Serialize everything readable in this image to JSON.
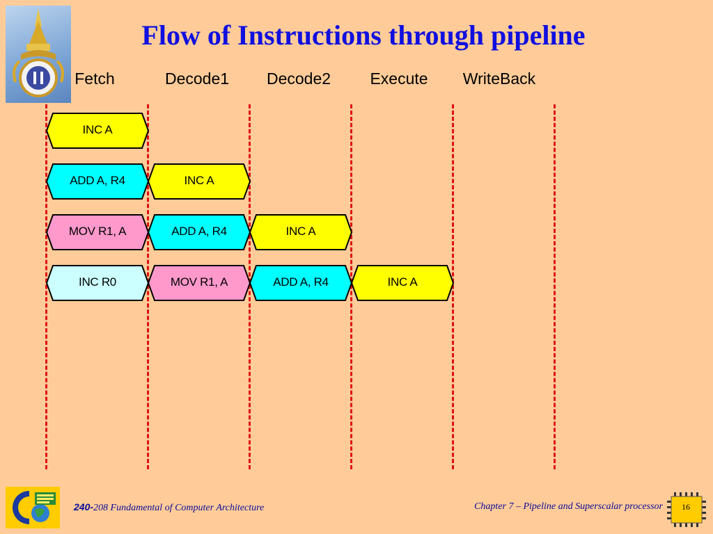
{
  "title": "Flow of Instructions through pipeline",
  "stages": [
    "Fetch",
    "Decode1",
    "Decode2",
    "Execute",
    "WriteBack"
  ],
  "colors": {
    "inc_a": "#FFFF00",
    "add_a_r4": "#00FFFF",
    "mov_r1_a": "#FF99CC",
    "inc_r0": "#CCFFFF",
    "divider": "#E11010",
    "title": "#1010E0",
    "background": "#FFCC99"
  },
  "rows": [
    [
      {
        "label": "INC A",
        "color": "#FFFF00"
      }
    ],
    [
      {
        "label": "ADD A, R4",
        "color": "#00FFFF"
      },
      {
        "label": "INC A",
        "color": "#FFFF00"
      }
    ],
    [
      {
        "label": "MOV R1, A",
        "color": "#FF99CC"
      },
      {
        "label": "ADD A, R4",
        "color": "#00FFFF"
      },
      {
        "label": "INC A",
        "color": "#FFFF00"
      }
    ],
    [
      {
        "label": "INC R0",
        "color": "#CCFFFF"
      },
      {
        "label": "MOV R1, A",
        "color": "#FF99CC"
      },
      {
        "label": "ADD A, R4",
        "color": "#00FFFF"
      },
      {
        "label": "INC A",
        "color": "#FFFF00"
      }
    ]
  ],
  "footer": {
    "course_code": "240-",
    "course_name": "208 Fundamental of Computer Architecture",
    "chapter": "Chapter 7 – Pipeline and Superscalar processor",
    "page_number": "16"
  }
}
